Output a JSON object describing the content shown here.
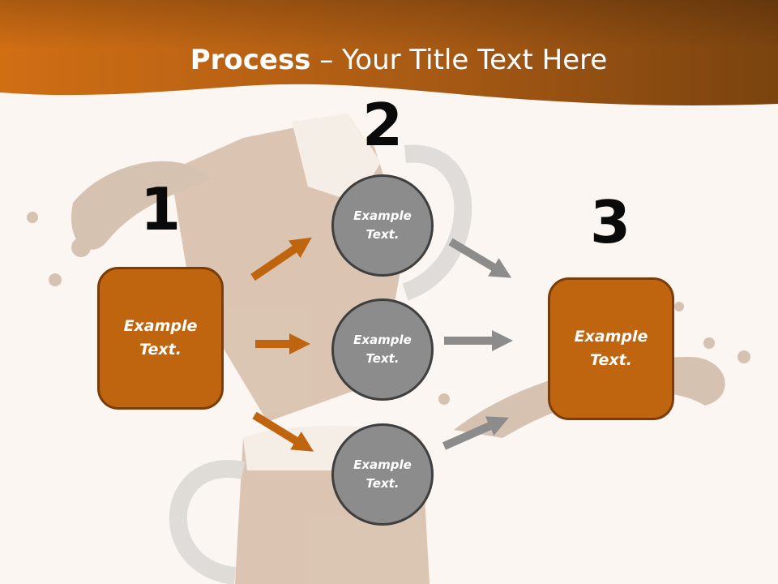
{
  "title": {
    "bold": "Process",
    "rest": " – Your Title Text Here"
  },
  "steps": [
    {
      "number": "1",
      "label": "Example\nText."
    },
    {
      "number": "2",
      "items": [
        "Example\nText.",
        "Example\nText.",
        "Example\nText."
      ]
    },
    {
      "number": "3",
      "label": "Example\nText."
    }
  ],
  "colors": {
    "header_dark": "#7a430f",
    "header_light": "#d06e14",
    "box_fill": "#c0650f",
    "box_border": "#7a3d07",
    "circle_fill": "#8c8c8c",
    "circle_border": "#3f3f3f",
    "orange_arrow": "#c0650f",
    "gray_arrow": "#8c8c8c",
    "background": "#fbf6f1"
  }
}
